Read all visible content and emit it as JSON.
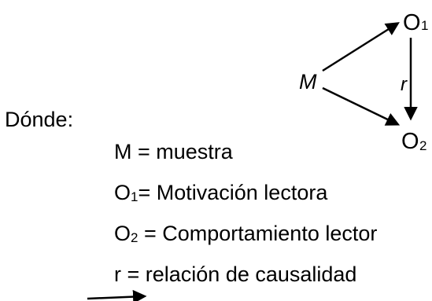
{
  "diagram": {
    "node_m": "M",
    "node_o1": "O",
    "node_o1_sub": "1",
    "node_o2": "O",
    "node_o2_sub": "2",
    "edge_label": "r"
  },
  "legend": {
    "heading": "Dónde:",
    "items": [
      {
        "prefix": "",
        "sub": "",
        "text": "M = muestra"
      },
      {
        "prefix": "O",
        "sub": "1",
        "text": "= Motivación lectora"
      },
      {
        "prefix": "O",
        "sub": "2",
        "text": " = Comportamiento lector"
      },
      {
        "prefix": "",
        "sub": "",
        "text": "r = relación de causalidad"
      }
    ]
  }
}
